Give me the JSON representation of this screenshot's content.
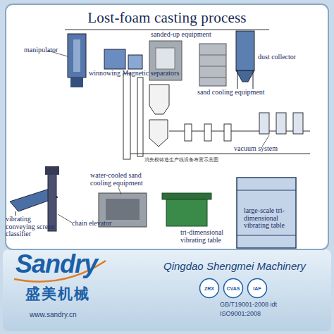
{
  "diagram": {
    "title": "Lost-foam casting process",
    "nodes": [
      {
        "text": [
          "ZRX"
        ]
      },
      {
        "text": [
          "CVAS"
        ]
      },
      {
        "text": [
          "IAF"
        ]
      }
    ],
    "labels": [
      "manipulator",
      "sanded-up equipment",
      "dust collector",
      "winnowing Magnetic separators",
      "sand cooling equipment",
      "vacuum system",
      "消失模铸造生产线设备布置示意图",
      "water-cooled sand cooling equipment",
      "vibrating conveying screen classifier",
      "chain elevator",
      "tri-dimensional vibrating table",
      "large-scale tri-dimensional vibrating table",
      "Sandry",
      "盛美机械",
      "www.sandry.cn",
      "Qingdao Shengmei Machinery",
      "GB/T19001-2008 idt",
      "ISO9001:2008"
    ]
  }
}
